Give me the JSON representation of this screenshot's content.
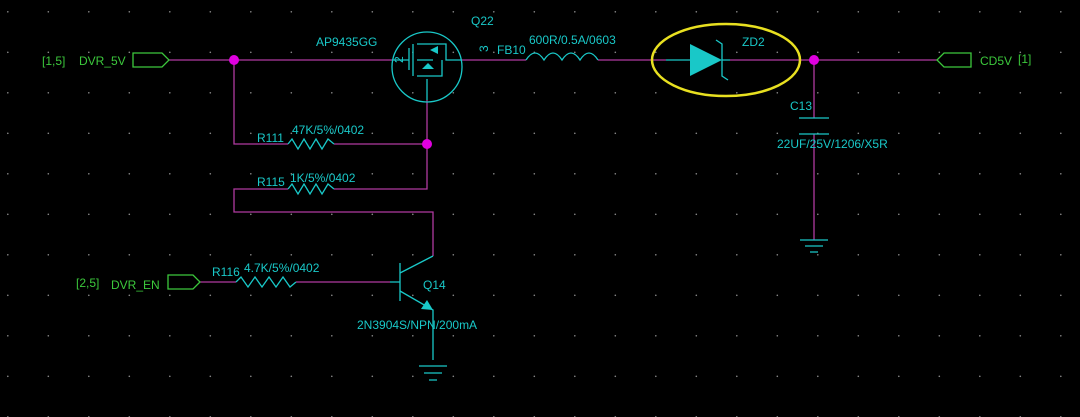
{
  "colors": {
    "background": "#000000",
    "wire": "#b03aa0",
    "component": "#19c8c8",
    "port": "#3cc83c",
    "junction": "#e000e0",
    "highlight": "#e8e020"
  },
  "ports": {
    "dvr_5v": {
      "ref": "[1,5]",
      "name": "DVR_5V"
    },
    "dvr_en": {
      "ref": "[2,5]",
      "name": "DVR_EN"
    },
    "cd5v": {
      "ref": "[1]",
      "name": "CD5V"
    }
  },
  "components": {
    "q22": {
      "ref": "Q22",
      "value": "AP9435GG",
      "pin2": "2",
      "pin3": "3"
    },
    "fb10": {
      "ref": "FB10",
      "value": "600R/0.5A/0603"
    },
    "zd2": {
      "ref": "ZD2"
    },
    "c13": {
      "ref": "C13",
      "value": "22UF/25V/1206/X5R"
    },
    "r111": {
      "ref": "R111",
      "value": "47K/5%/0402"
    },
    "r115": {
      "ref": "R115",
      "value": "1K/5%/0402"
    },
    "r116": {
      "ref": "R116",
      "value": "4.7K/5%/0402"
    },
    "q14": {
      "ref": "Q14",
      "value": "2N3904S/NPN/200mA"
    }
  },
  "icons": [
    "diode-icon",
    "mosfet-icon",
    "npn-transistor-icon",
    "inductor-icon",
    "capacitor-icon",
    "resistor-icon",
    "ground-icon"
  ]
}
